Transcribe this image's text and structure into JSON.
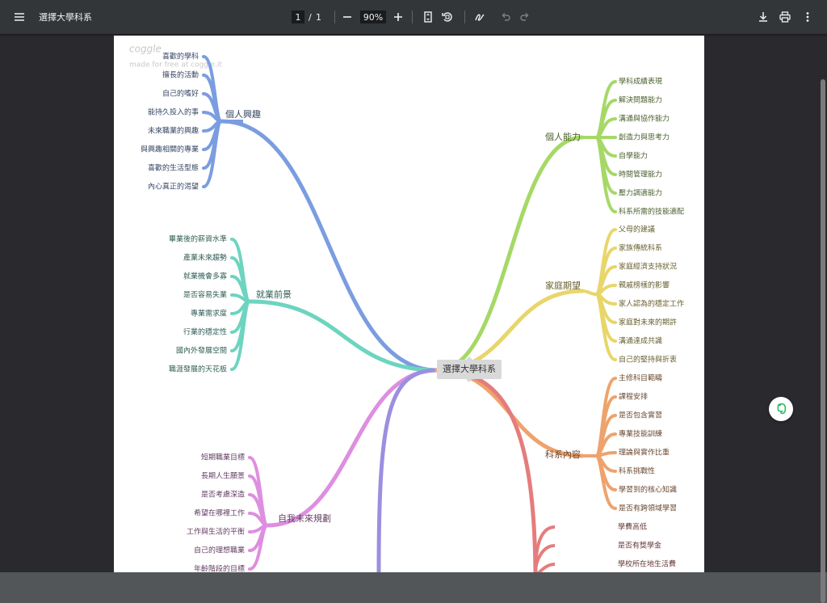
{
  "toolbar": {
    "menu_icon": "hamburger-menu-icon",
    "title": "選擇大學科系",
    "page_current": "1",
    "page_sep": "/",
    "page_total": "1",
    "zoom": "90%"
  },
  "watermark": {
    "logo": "coggle",
    "text": "made for free at coggle.it"
  },
  "mindmap": {
    "center": "選擇大學科系",
    "colors": {
      "interest": "#7b9de0",
      "career": "#6dd4c0",
      "future": "#de8ee0",
      "purple": "#9b8fe0",
      "ability": "#a6d867",
      "family": "#e8d66b",
      "content": "#eea36c",
      "cost": "#e57c7c"
    },
    "branches": {
      "interest": {
        "label": "個人興趣",
        "items": [
          "喜歡的學科",
          "擅長的活動",
          "自己的嗜好",
          "能持久投入的事",
          "未來職業的興趣",
          "與興趣相關的專業",
          "喜歡的生活型態",
          "內心真正的渴望"
        ]
      },
      "career": {
        "label": "就業前景",
        "items": [
          "畢業後的薪資水準",
          "產業未來趨勢",
          "就業機會多寡",
          "是否容易失業",
          "專業需求度",
          "行業的穩定性",
          "國內外發展空間",
          "職涯發展的天花板"
        ]
      },
      "future": {
        "label": "自我未來規劃",
        "items": [
          "短期職業目標",
          "長期人生願景",
          "是否考慮深造",
          "希望在哪裡工作",
          "工作與生活的平衡",
          "自己的理想職業",
          "年齡階段的目標"
        ]
      },
      "ability": {
        "label": "個人能力",
        "items": [
          "學科成績表現",
          "解決問題能力",
          "溝通與協作能力",
          "創造力與思考力",
          "自學能力",
          "時間管理能力",
          "壓力調適能力",
          "科系所需的技能適配"
        ]
      },
      "family": {
        "label": "家庭期望",
        "items": [
          "父母的建議",
          "家族傳統科系",
          "家庭經濟支持狀況",
          "親戚榜樣的影響",
          "家人認為的穩定工作",
          "家庭對未來的期許",
          "溝通達成共識",
          "自己的堅持與折衷"
        ]
      },
      "content": {
        "label": "科系內容",
        "items": [
          "主修科目範疇",
          "課程安排",
          "是否包含實習",
          "專業技能訓練",
          "理論與實作比重",
          "科系挑戰性",
          "學習到的核心知識",
          "是否有跨領域學習"
        ]
      },
      "cost": {
        "items": [
          "學費高低",
          "是否有獎學金",
          "學校所在地生活費"
        ]
      }
    }
  }
}
